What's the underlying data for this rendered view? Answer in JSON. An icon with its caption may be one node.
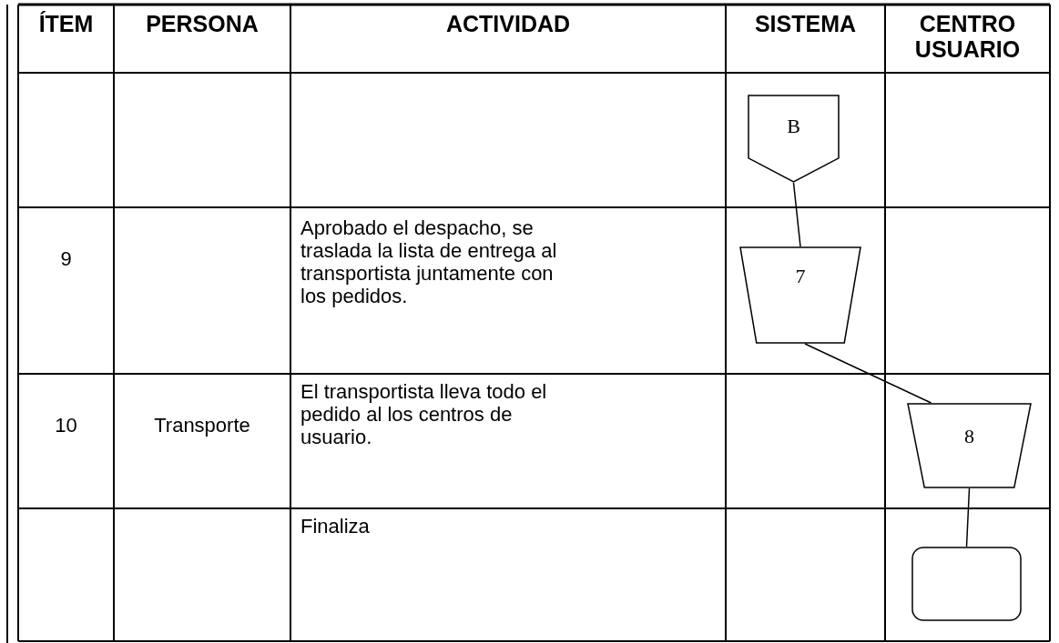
{
  "diagram": {
    "nodes": [
      {
        "text": [
          "B"
        ]
      },
      {
        "text": [
          "7"
        ]
      },
      {
        "text": [
          "8"
        ]
      },
      {
        "text": [],
        "shape": "box"
      }
    ],
    "edges": [
      {
        "from": 0,
        "to": 1,
        "arrow": "none"
      },
      {
        "from": 1,
        "to": 2,
        "arrow": "none"
      },
      {
        "from": 2,
        "to": 3,
        "arrow": "none"
      }
    ],
    "labels": [
      "ÍTEM",
      "PERSONA",
      "ACTIVIDAD",
      "SISTEMA",
      "CENTRO USUARIO",
      "9",
      "Aprobado el despacho, se traslada la lista de entrega al transportista juntamente con los pedidos.",
      "10",
      "Transporte",
      "El transportista lleva todo el pedido al los centros de usuario.",
      "Finaliza"
    ]
  }
}
